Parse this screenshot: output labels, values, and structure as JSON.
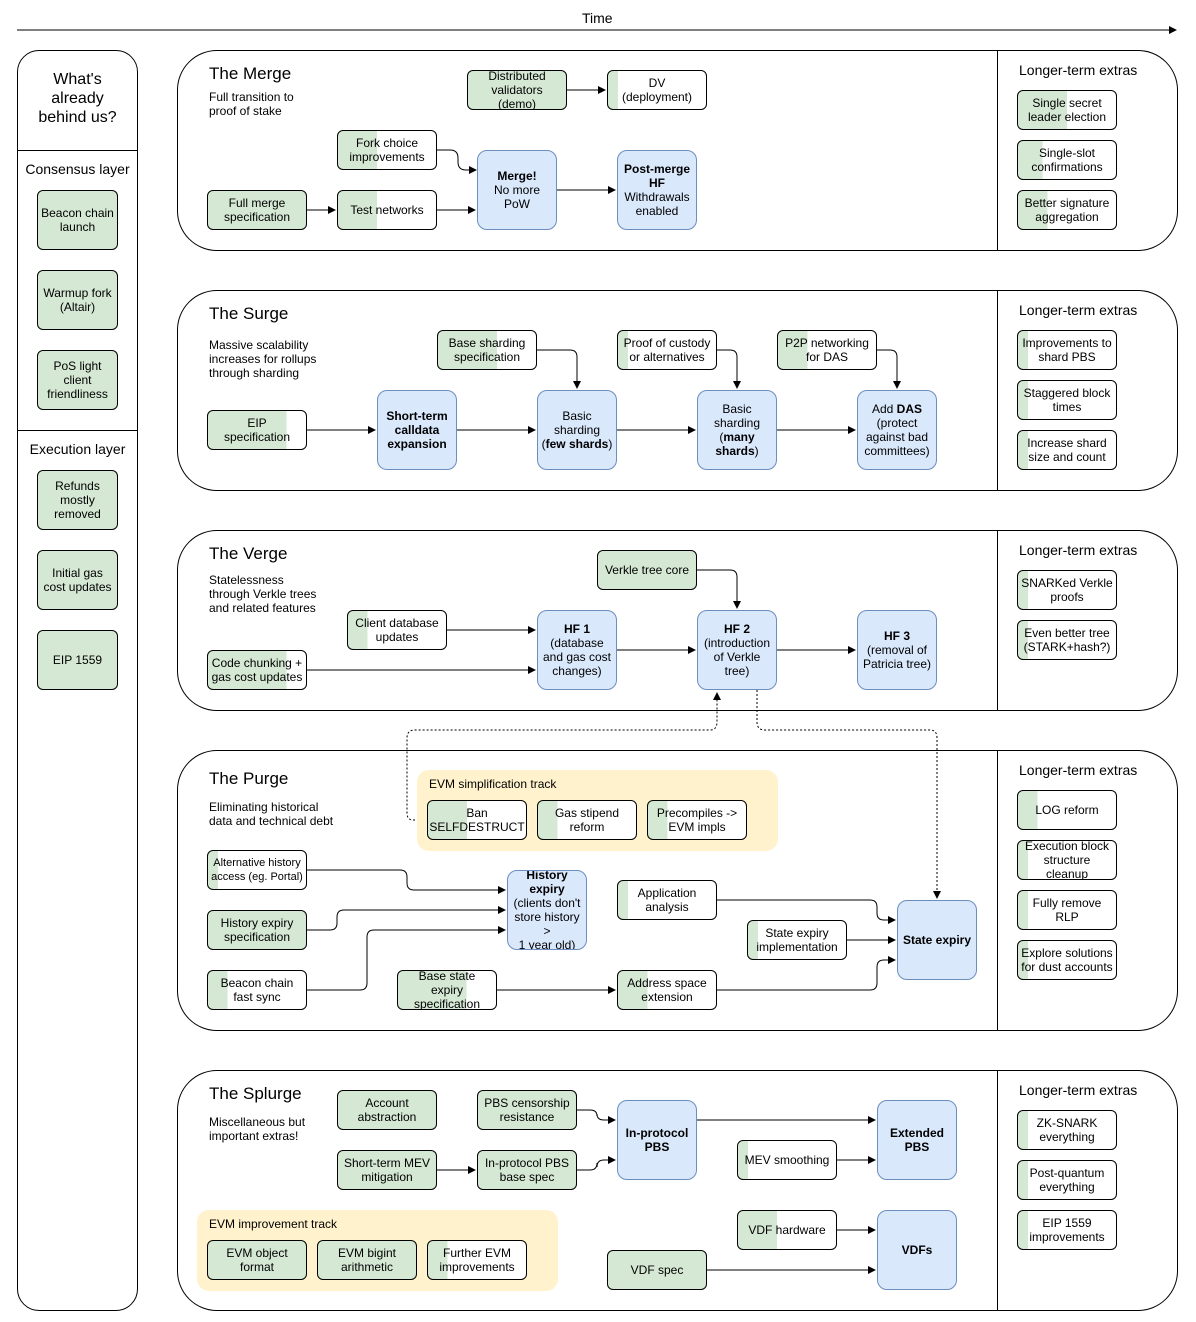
{
  "time_label": "Time",
  "left": {
    "title": "What's already behind us?",
    "consensus_title": "Consensus layer",
    "consensus_items": [
      "Beacon chain launch",
      "Warmup fork (Altair)",
      "PoS light client friendliness"
    ],
    "execution_title": "Execution layer",
    "execution_items": [
      "Refunds mostly removed",
      "Initial gas cost updates",
      "EIP 1559"
    ]
  },
  "extras_title": "Longer-term extras",
  "merge": {
    "title": "The Merge",
    "subtitle": "Full transition to\nproof of stake",
    "distributed_validators": "Distributed validators (demo)",
    "dv_deployment": "DV\n(deployment)",
    "fork_choice": "Fork choice improvements",
    "full_merge_spec": "Full merge specification",
    "test_networks": "Test networks",
    "merge_bold": "Merge!",
    "merge_rest": "No more\nPoW",
    "post_merge_bold": "Post-merge\nHF",
    "post_merge_rest": "Withdrawals\nenabled",
    "extras": [
      "Single secret leader election",
      "Single-slot confirmations",
      "Better signature aggregation"
    ]
  },
  "surge": {
    "title": "The Surge",
    "subtitle": "Massive scalability\nincreases for rollups\nthrough sharding",
    "base_sharding_spec": "Base sharding specification",
    "proof_of_custody": "Proof of custody\nor alternatives",
    "p2p_das": "P2P networking\nfor DAS",
    "eip_spec": "EIP\nspecification",
    "calldata": "Short-term\ncalldata\nexpansion",
    "basic_few_pre": "Basic\nsharding\n(",
    "basic_few_bold": "few shards",
    "basic_few_post": ")",
    "basic_many_pre": "Basic\nsharding\n(",
    "basic_many_bold": "many\nshards",
    "basic_many_post": ")",
    "das_pre": "Add ",
    "das_bold": "DAS",
    "das_post": "\n(protect\nagainst bad\ncommittees)",
    "extras": [
      "Improvements to shard PBS",
      "Staggered block times",
      "Increase shard size and count"
    ]
  },
  "verge": {
    "title": "The Verge",
    "subtitle": "Statelessness\nthrough Verkle trees\nand related features",
    "verkle_core": "Verkle tree core",
    "client_db": "Client database\nupdates",
    "code_chunking": "Code chunking +\ngas cost updates",
    "hf1_bold": "HF 1",
    "hf1_rest": "(database\nand gas cost\nchanges)",
    "hf2_bold": "HF 2",
    "hf2_rest": "(introduction\nof Verkle\ntree)",
    "hf3_bold": "HF 3",
    "hf3_rest": "(removal of\nPatricia tree)",
    "extras": [
      "SNARKed Verkle proofs",
      "Even better tree (STARK+hash?)"
    ]
  },
  "purge": {
    "title": "The Purge",
    "subtitle": "Eliminating historical\ndata and technical debt",
    "evm_track": "EVM simplification track",
    "ban_selfdestruct": "Ban\nSELFDESTRUCT",
    "gas_stipend": "Gas stipend\nreform",
    "precompiles": "Precompiles ->\nEVM impls",
    "alt_history": "Alternative history\naccess (eg. Portal)",
    "history_expiry_spec": "History expiry\nspecification",
    "beacon_fast_sync": "Beacon chain\nfast sync",
    "history_expiry_bold": "History\nexpiry",
    "history_expiry_rest": "(clients don't\nstore history >\n1 year old)",
    "application_analysis": "Application\nanalysis",
    "state_expiry_impl": "State expiry\nimplementation",
    "base_state_expiry": "Base state expiry\nspecification",
    "address_space": "Address space\nextension",
    "state_expiry": "State expiry",
    "extras": [
      "LOG reform",
      "Execution block structure cleanup",
      "Fully remove RLP",
      "Explore solutions for dust accounts"
    ]
  },
  "splurge": {
    "title": "The Splurge",
    "subtitle": "Miscellaneous but\nimportant extras!",
    "account_abstraction": "Account\nabstraction",
    "pbs_censorship": "PBS censorship\nresistance",
    "short_term_mev": "Short-term MEV\nmitigation",
    "in_protocol_base": "In-protocol PBS\nbase spec",
    "in_protocol_pbs": "In-protocol\nPBS",
    "mev_smoothing": "MEV smoothing",
    "extended_pbs": "Extended\nPBS",
    "evm_track": "EVM improvement track",
    "evm_object": "EVM object\nformat",
    "evm_bigint": "EVM bigint\narithmetic",
    "further_evm": "Further EVM\nimprovements",
    "vdf_hardware": "VDF hardware",
    "vdf_spec": "VDF spec",
    "vdfs": "VDFs",
    "extras": [
      "ZK-SNARK everything",
      "Post-quantum everything",
      "EIP 1559 improvements"
    ]
  }
}
